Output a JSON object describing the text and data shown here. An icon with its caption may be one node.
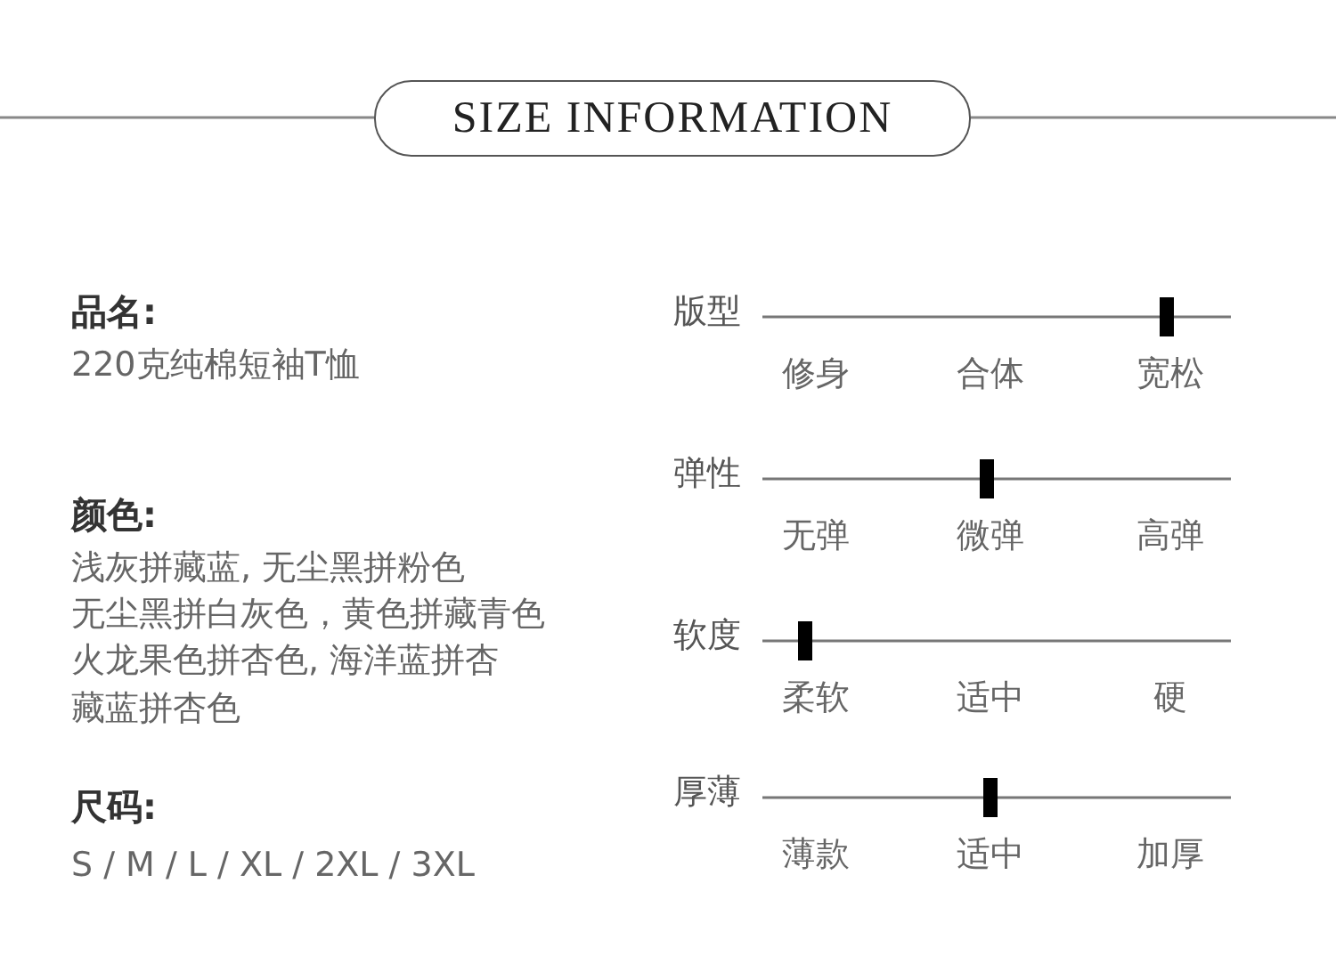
{
  "diagram": {
    "title": "SIZE INFORMATION",
    "labels": [
      "品名:",
      "220克纯棉短袖T恤",
      "颜色:",
      "浅灰拼藏蓝, 无尘黑拼粉色",
      "无尘黑拼白灰色，黄色拼藏青色",
      "火龙果色拼杏色, 海洋蓝拼杏",
      "藏蓝拼杏色",
      "尺码:",
      "S / M / L / XL / 2XL / 3XL",
      "版型",
      "修身",
      "合体",
      "宽松",
      "弹性",
      "无弹",
      "微弹",
      "高弹",
      "软度",
      "柔软",
      "适中",
      "硬",
      "厚薄",
      "薄款",
      "适中",
      "加厚"
    ]
  }
}
